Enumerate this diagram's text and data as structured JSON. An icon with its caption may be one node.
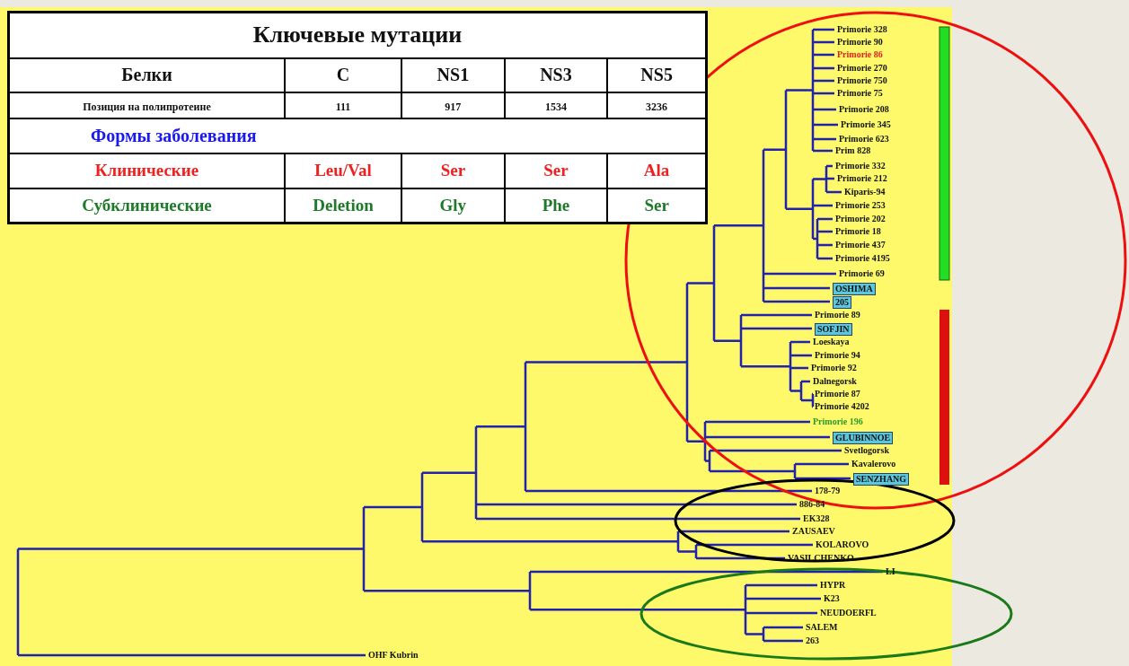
{
  "diagram": {
    "labels": [
      "Ключевые мутации",
      "Белки",
      "C",
      "NS1",
      "NS3",
      "NS5",
      "Позиция на полипротеине",
      "111",
      "917",
      "1534",
      "3236",
      "Формы заболевания",
      "Клинические",
      "Leu/Val",
      "Ser",
      "Ser",
      "Ala",
      "Субклинические",
      "Deletion",
      "Gly",
      "Phe",
      "Ser",
      "Primorie 328",
      "Primorie 90",
      "Primorie 86",
      "Primorie 270",
      "Primorie 750",
      "Primorie 75",
      "Primorie 208",
      "Primorie 345",
      "Primorie 623",
      "Prim 828",
      "Primorie 332",
      "Primorie 212",
      "Kiparis-94",
      "Primorie 253",
      "Primorie 202",
      "Primorie 18",
      "Primorie 437",
      "Primorie 4195",
      "Primorie 69",
      "OSHIMA",
      "205",
      "Primorie 89",
      "SOFJIN",
      "Loeskaya",
      "Primorie 94",
      "Primorie 92",
      "Dalnegorsk",
      "Primorie 87",
      "Primorie 4202",
      "Primorie 196",
      "GLUBINNOE",
      "Svetlogorsk",
      "Kavalerovo",
      "SENZHANG",
      "178-79",
      "886-84",
      "EK328",
      "ZAUSAEV",
      "KOLAROVO",
      "VASILCHENKO",
      "LI",
      "HYPR",
      "K23",
      "NEUDOERFL",
      "SALEM",
      "263",
      "OHF Kubrin"
    ]
  }
}
